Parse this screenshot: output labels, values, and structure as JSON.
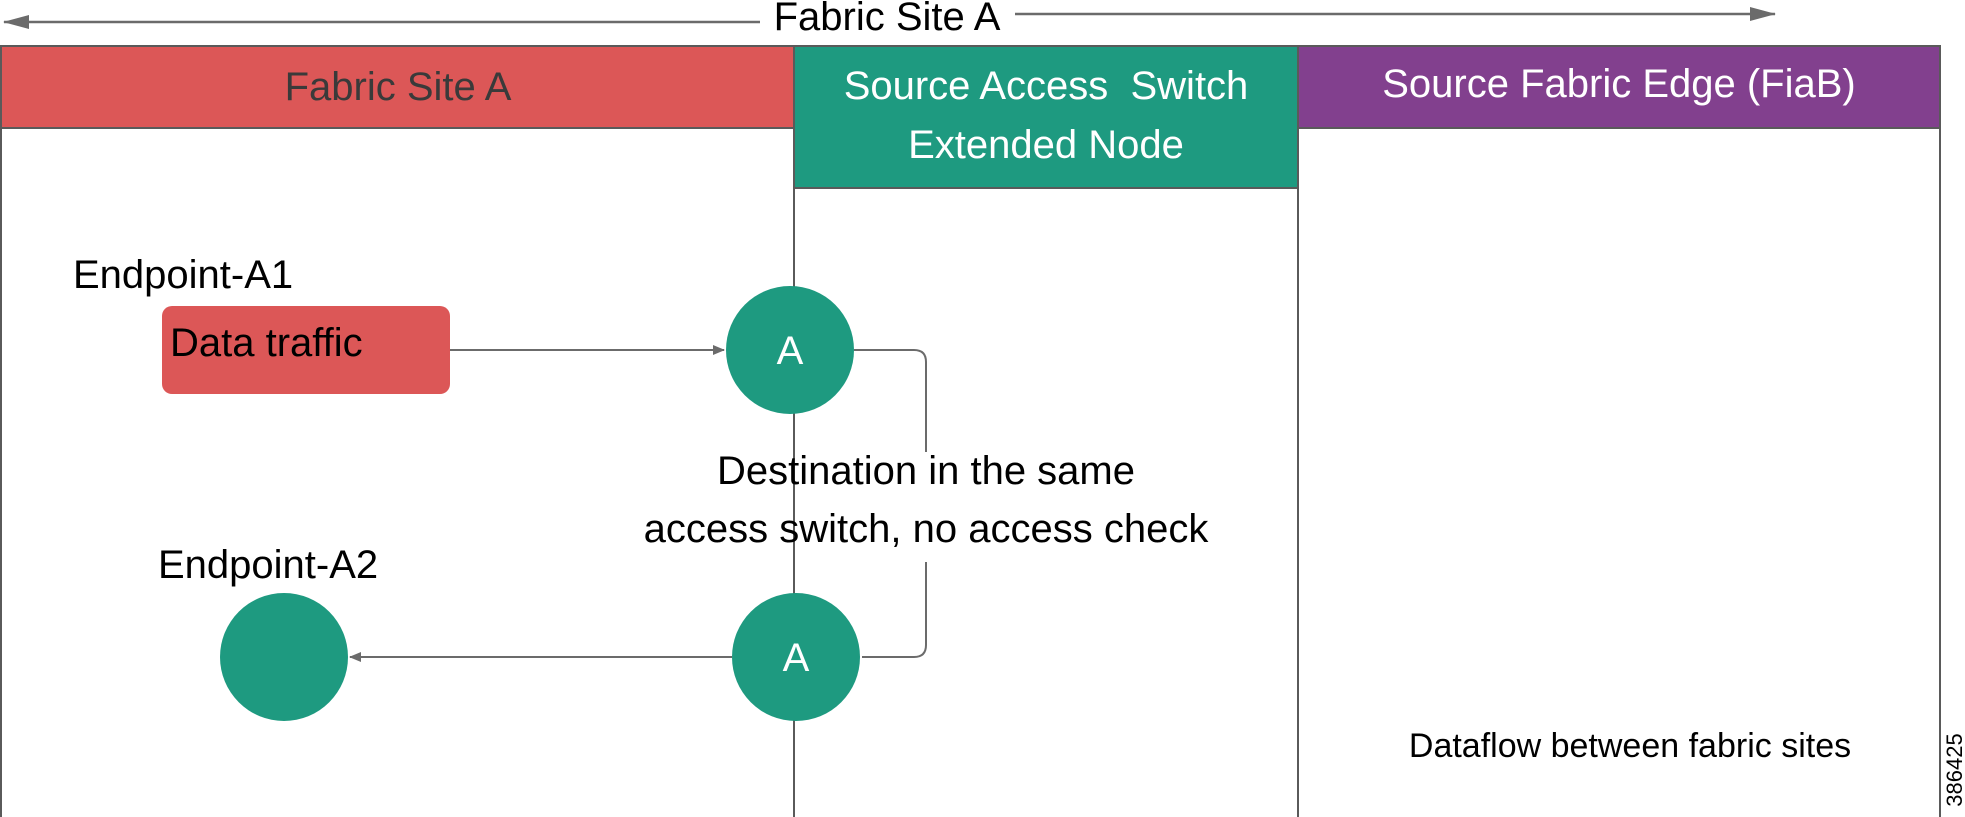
{
  "top_span": {
    "label": "Fabric Site A"
  },
  "columns": [
    {
      "header": "Fabric Site A",
      "color": "#DC5757",
      "text_color": "#3a3a3a"
    },
    {
      "header_lines": [
        "Source Access  Switch",
        "Extended Node"
      ],
      "color": "#1E9A80",
      "text_color": "#ffffff"
    },
    {
      "header": "Source Fabric Edge (FiaB)",
      "color": "#82408E",
      "text_color": "#ffffff"
    }
  ],
  "endpoints": {
    "a1_label": "Endpoint-A1",
    "a1_box_label": "Data traffic",
    "a1_box_color": "#DC5757",
    "a2_label": "Endpoint-A2",
    "a2_color": "#1E9A80"
  },
  "nodes": {
    "top_label": "A",
    "bottom_label": "A",
    "color": "#1E9A80"
  },
  "annotation": {
    "lines": [
      "Destination in the same",
      "access switch, no access check"
    ]
  },
  "caption": "Dataflow between fabric sites",
  "figure_id": "386425",
  "colors": {
    "line": "#6b6b6b",
    "border": "#5a5a5a"
  }
}
